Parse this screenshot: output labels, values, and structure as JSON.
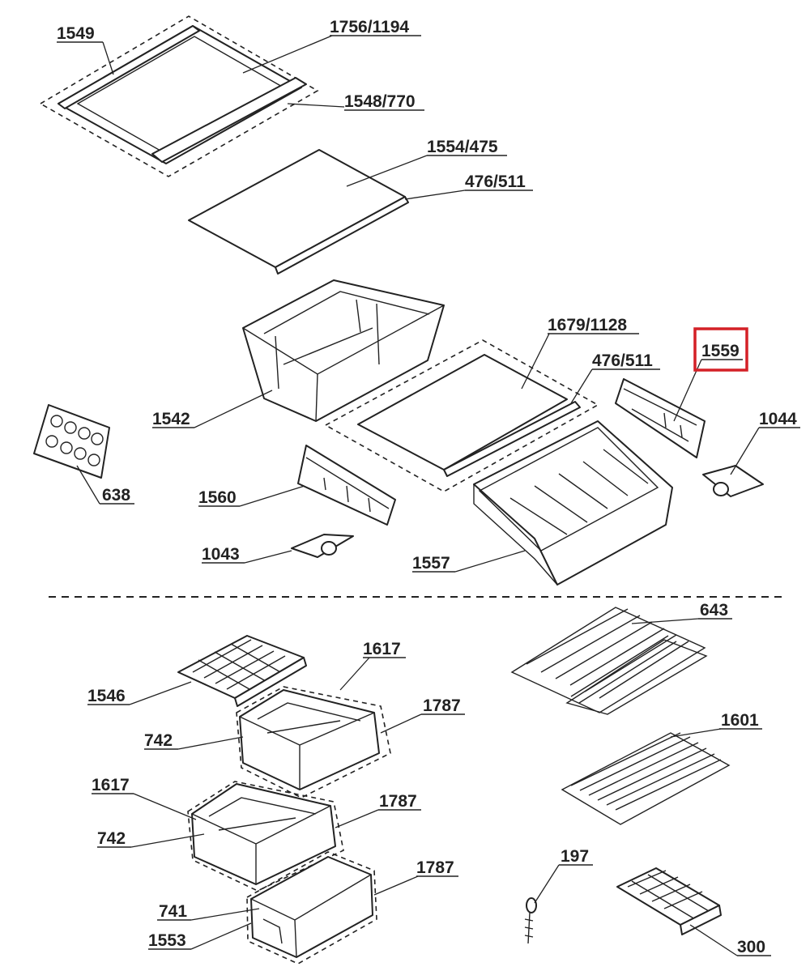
{
  "labels": {
    "l1549": "1549",
    "l1756_1194": "1756/1194",
    "l1548_770": "1548/770",
    "l1554_475": "1554/475",
    "l476_511_a": "476/511",
    "l1679_1128": "1679/1128",
    "l476_511_b": "476/511",
    "l1559": "1559",
    "l1044": "1044",
    "l1542": "1542",
    "l638": "638",
    "l1560": "1560",
    "l1043": "1043",
    "l1557": "1557",
    "l643": "643",
    "l1617_a": "1617",
    "l1546": "1546",
    "l1787_a": "1787",
    "l742_a": "742",
    "l1601": "1601",
    "l1617_b": "1617",
    "l1787_b": "1787",
    "l742_b": "742",
    "l197": "197",
    "l1787_c": "1787",
    "l741": "741",
    "l1553": "1553",
    "l300": "300"
  },
  "highlight": {
    "label": "1559",
    "color": "#d42027"
  }
}
